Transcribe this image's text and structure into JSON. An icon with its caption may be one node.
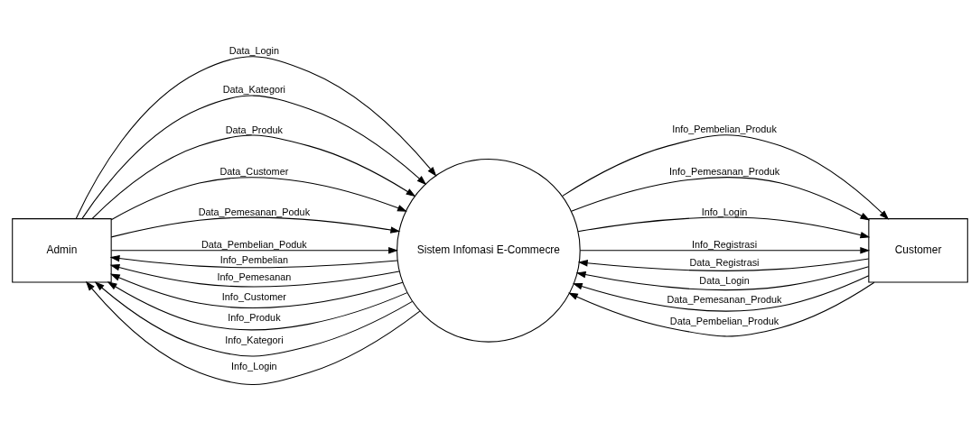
{
  "diagram": {
    "nodes": [
      {
        "text": [
          "Admin"
        ]
      },
      {
        "text": [
          "Sistem Infomasi E-Commecre"
        ]
      },
      {
        "text": [
          "Customer"
        ]
      }
    ],
    "edges": [
      {
        "from": 0,
        "to": 1,
        "arrow": "to",
        "label": "Data_Login"
      },
      {
        "from": 0,
        "to": 1,
        "arrow": "to",
        "label": "Data_Kategori"
      },
      {
        "from": 0,
        "to": 1,
        "arrow": "to",
        "label": "Data_Produk"
      },
      {
        "from": 0,
        "to": 1,
        "arrow": "to",
        "label": "Data_Customer"
      },
      {
        "from": 0,
        "to": 1,
        "arrow": "to",
        "label": "Data_Pemesanan_Poduk"
      },
      {
        "from": 0,
        "to": 1,
        "arrow": "to",
        "label": "Data_Pembelian_Poduk"
      },
      {
        "from": 2,
        "to": 1,
        "arrow": "to",
        "label": "Data_Registrasi"
      },
      {
        "from": 2,
        "to": 1,
        "arrow": "to",
        "label": "Data_Login"
      },
      {
        "from": 2,
        "to": 1,
        "arrow": "to",
        "label": "Data_Pemesanan_Produk"
      },
      {
        "from": 2,
        "to": 1,
        "arrow": "to",
        "label": "Data_Pembelian_Produk"
      },
      {
        "from": 1,
        "to": 0,
        "arrow": "to",
        "label": "Info_Pembelian"
      },
      {
        "from": 1,
        "to": 0,
        "arrow": "to",
        "label": "Info_Pemesanan"
      },
      {
        "from": 1,
        "to": 0,
        "arrow": "to",
        "label": "Info_Customer"
      },
      {
        "from": 1,
        "to": 0,
        "arrow": "to",
        "label": "Info_Produk"
      },
      {
        "from": 1,
        "to": 0,
        "arrow": "to",
        "label": "Info_Kategori"
      },
      {
        "from": 1,
        "to": 0,
        "arrow": "to",
        "label": "Info_Login"
      },
      {
        "from": 1,
        "to": 2,
        "arrow": "to",
        "label": "Info_Pembelian_Produk"
      },
      {
        "from": 1,
        "to": 2,
        "arrow": "to",
        "label": "Info_Pemesanan_Produk"
      },
      {
        "from": 1,
        "to": 2,
        "arrow": "to",
        "label": "Info_Login"
      },
      {
        "from": 1,
        "to": 2,
        "arrow": "to",
        "label": "Info_Registrasi"
      }
    ]
  }
}
